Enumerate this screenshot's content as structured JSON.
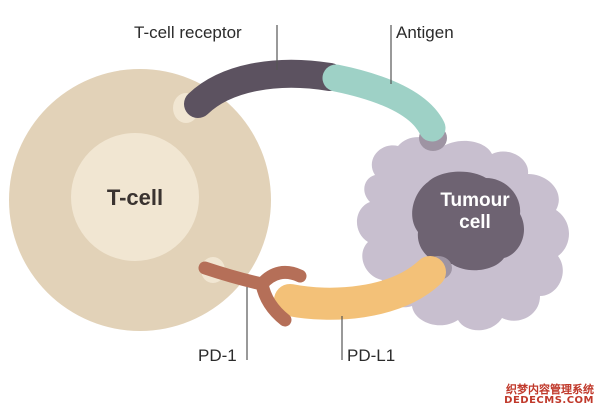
{
  "labels": {
    "t_cell_receptor": "T-cell receptor",
    "antigen": "Antigen",
    "pd1": "PD-1",
    "pdl1": "PD-L1",
    "t_cell": "T-cell",
    "tumour_line1": "Tumour",
    "tumour_line2": "cell"
  },
  "watermark": {
    "line1": "织梦内容管理系统",
    "line2": "DEDECMS.COM"
  },
  "colors": {
    "t_cell_outer": "#e2d2b8",
    "t_cell_inner": "#f1e6d2",
    "tumour_outer": "#c8bfcf",
    "tumour_inner": "#6e6372",
    "receptor": "#5c5260",
    "antigen": "#9ed1c6",
    "pd1": "#b56f58",
    "pdl1": "#f3c178",
    "leader_line": "#555555",
    "text": "#2b2b2b"
  }
}
